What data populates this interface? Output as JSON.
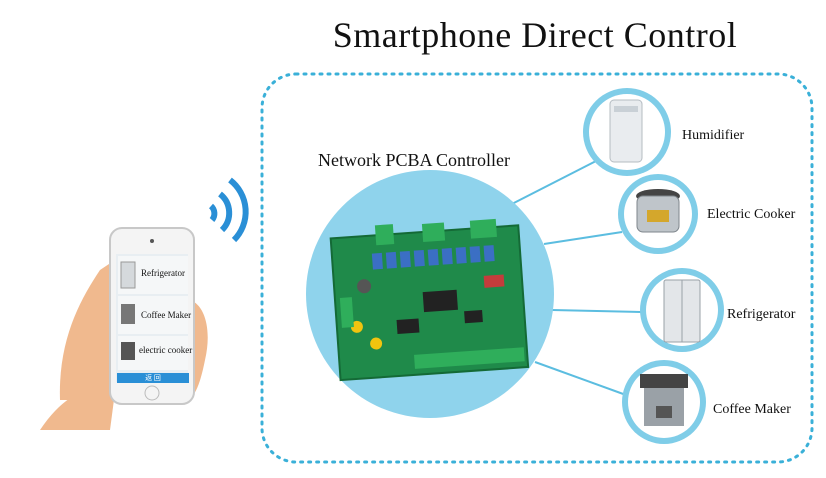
{
  "title": "Smartphone Direct Control",
  "controller": {
    "label": "Network PCBA Controller"
  },
  "appliances": [
    {
      "label": "Humidifier",
      "icon": "humidifier-icon"
    },
    {
      "label": "Electric Cooker",
      "icon": "electric-cooker-icon"
    },
    {
      "label": "Refrigerator",
      "icon": "refrigerator-icon"
    },
    {
      "label": "Coffee Maker",
      "icon": "coffee-maker-icon"
    }
  ],
  "phone": {
    "items": [
      {
        "label": "Refrigerator",
        "icon": "refrigerator-icon"
      },
      {
        "label": "Coffee Maker",
        "icon": "coffee-maker-icon"
      },
      {
        "label": "electric cooker",
        "icon": "electric-cooker-icon"
      }
    ],
    "bottom_bar": "返 回"
  },
  "colors": {
    "accent": "#3ab0d8",
    "circle": "#8fd3ec",
    "pcb": "#1f8a4a",
    "appliance_ring": "#7fcde8"
  }
}
